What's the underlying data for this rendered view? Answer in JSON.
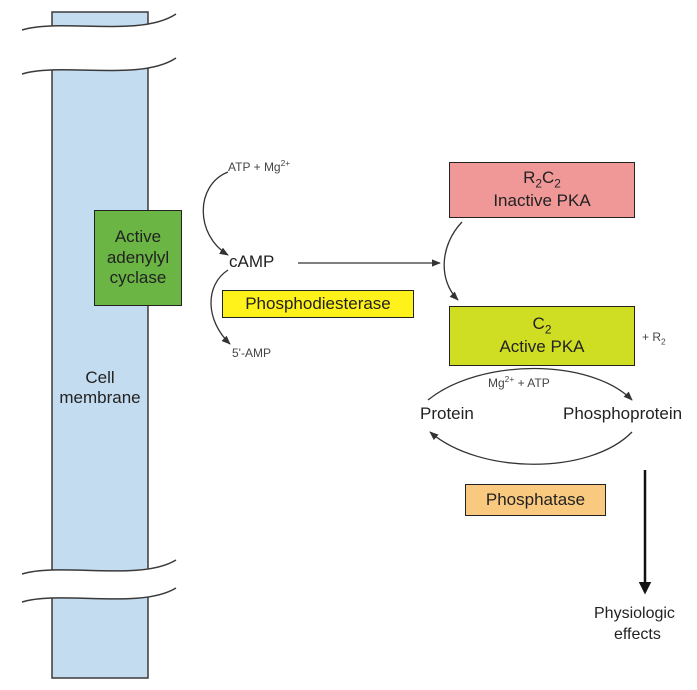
{
  "colors": {
    "membrane_fill": "#c4dcef",
    "adenylyl_fill": "#6ab544",
    "phosphodiesterase_fill": "#fff21a",
    "inactive_pka_fill": "#f09898",
    "active_pka_fill": "#cfdd23",
    "phosphatase_fill": "#f9c97f"
  },
  "membrane": {
    "label_line1": "Cell",
    "label_line2": "membrane"
  },
  "adenylyl": {
    "line1": "Active",
    "line2": "adenylyl",
    "line3": "cyclase"
  },
  "substrate": {
    "atp": "ATP",
    "plus": "+",
    "mg": "Mg",
    "mg_sup": "2+"
  },
  "camp": "cAMP",
  "phosphodiesterase": "Phosphodiesterase",
  "product_5amp": "5'-AMP",
  "inactive_pka": {
    "r": "R",
    "r_sub": "2",
    "c": "C",
    "c_sub": "2",
    "name": "Inactive PKA"
  },
  "active_pka": {
    "c": "C",
    "c_sub": "2",
    "name": "Active PKA"
  },
  "plus_r": {
    "plus": "+",
    "r": "R",
    "r_sub": "2"
  },
  "cofactor": {
    "mg": "Mg",
    "mg_sup": "2+",
    "plus": "+",
    "atp": "ATP"
  },
  "protein": "Protein",
  "phosphoprotein": "Phosphoprotein",
  "phosphatase": "Phosphatase",
  "effects": {
    "line1": "Physiologic",
    "line2": "effects"
  }
}
